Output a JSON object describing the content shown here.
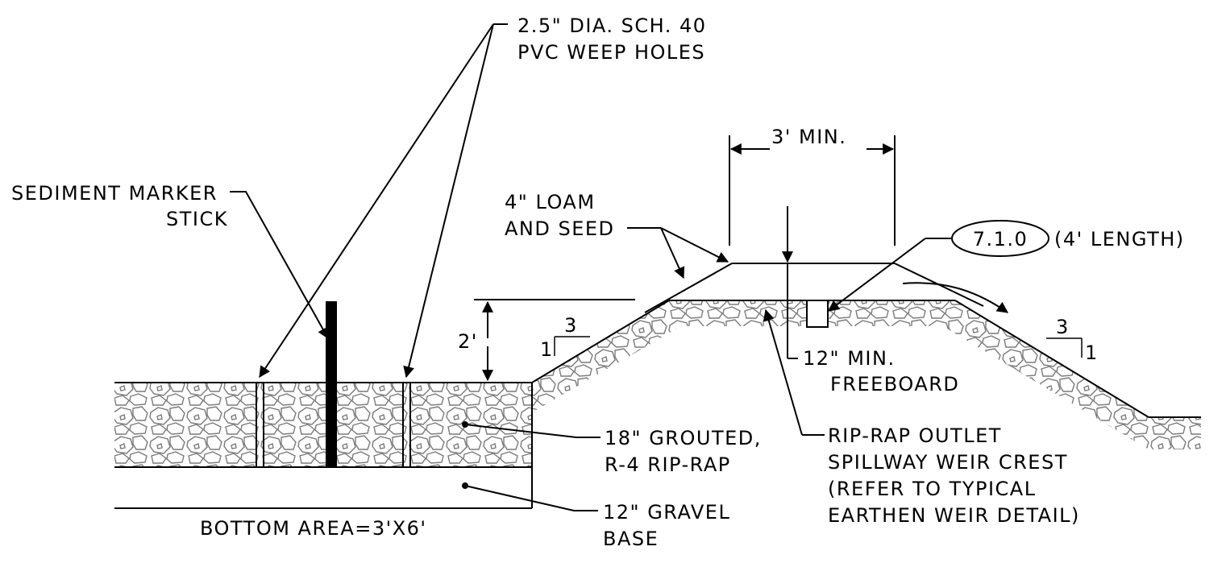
{
  "labels": {
    "weep_holes": [
      "2.5\" DIA. SCH. 40",
      "PVC WEEP HOLES"
    ],
    "marker_stick": [
      "SEDIMENT MARKER",
      "STICK"
    ],
    "loam_seed": [
      "4\" LOAM",
      "AND SEED"
    ],
    "crest_width": "3' MIN.",
    "callout_id": "7.1.0",
    "callout_length": "(4' LENGTH)",
    "height": "2'",
    "slope_left": {
      "run": "3",
      "rise": "1"
    },
    "slope_right": {
      "run": "3",
      "rise": "1"
    },
    "freeboard": [
      "12\" MIN.",
      "FREEBOARD"
    ],
    "riprap": [
      "18\" GROUTED,",
      "R-4 RIP-RAP"
    ],
    "outlet": [
      "RIP-RAP OUTLET",
      "SPILLWAY WEIR CREST",
      "(REFER TO TYPICAL",
      "EARTHEN WEIR DETAIL)"
    ],
    "gravel": [
      "12\" GRAVEL",
      "BASE"
    ],
    "bottom_area": "BOTTOM AREA=3'X6'"
  },
  "colors": {
    "line": "#000000",
    "rock_hatch": "#7a7a7a",
    "background": "#ffffff"
  }
}
